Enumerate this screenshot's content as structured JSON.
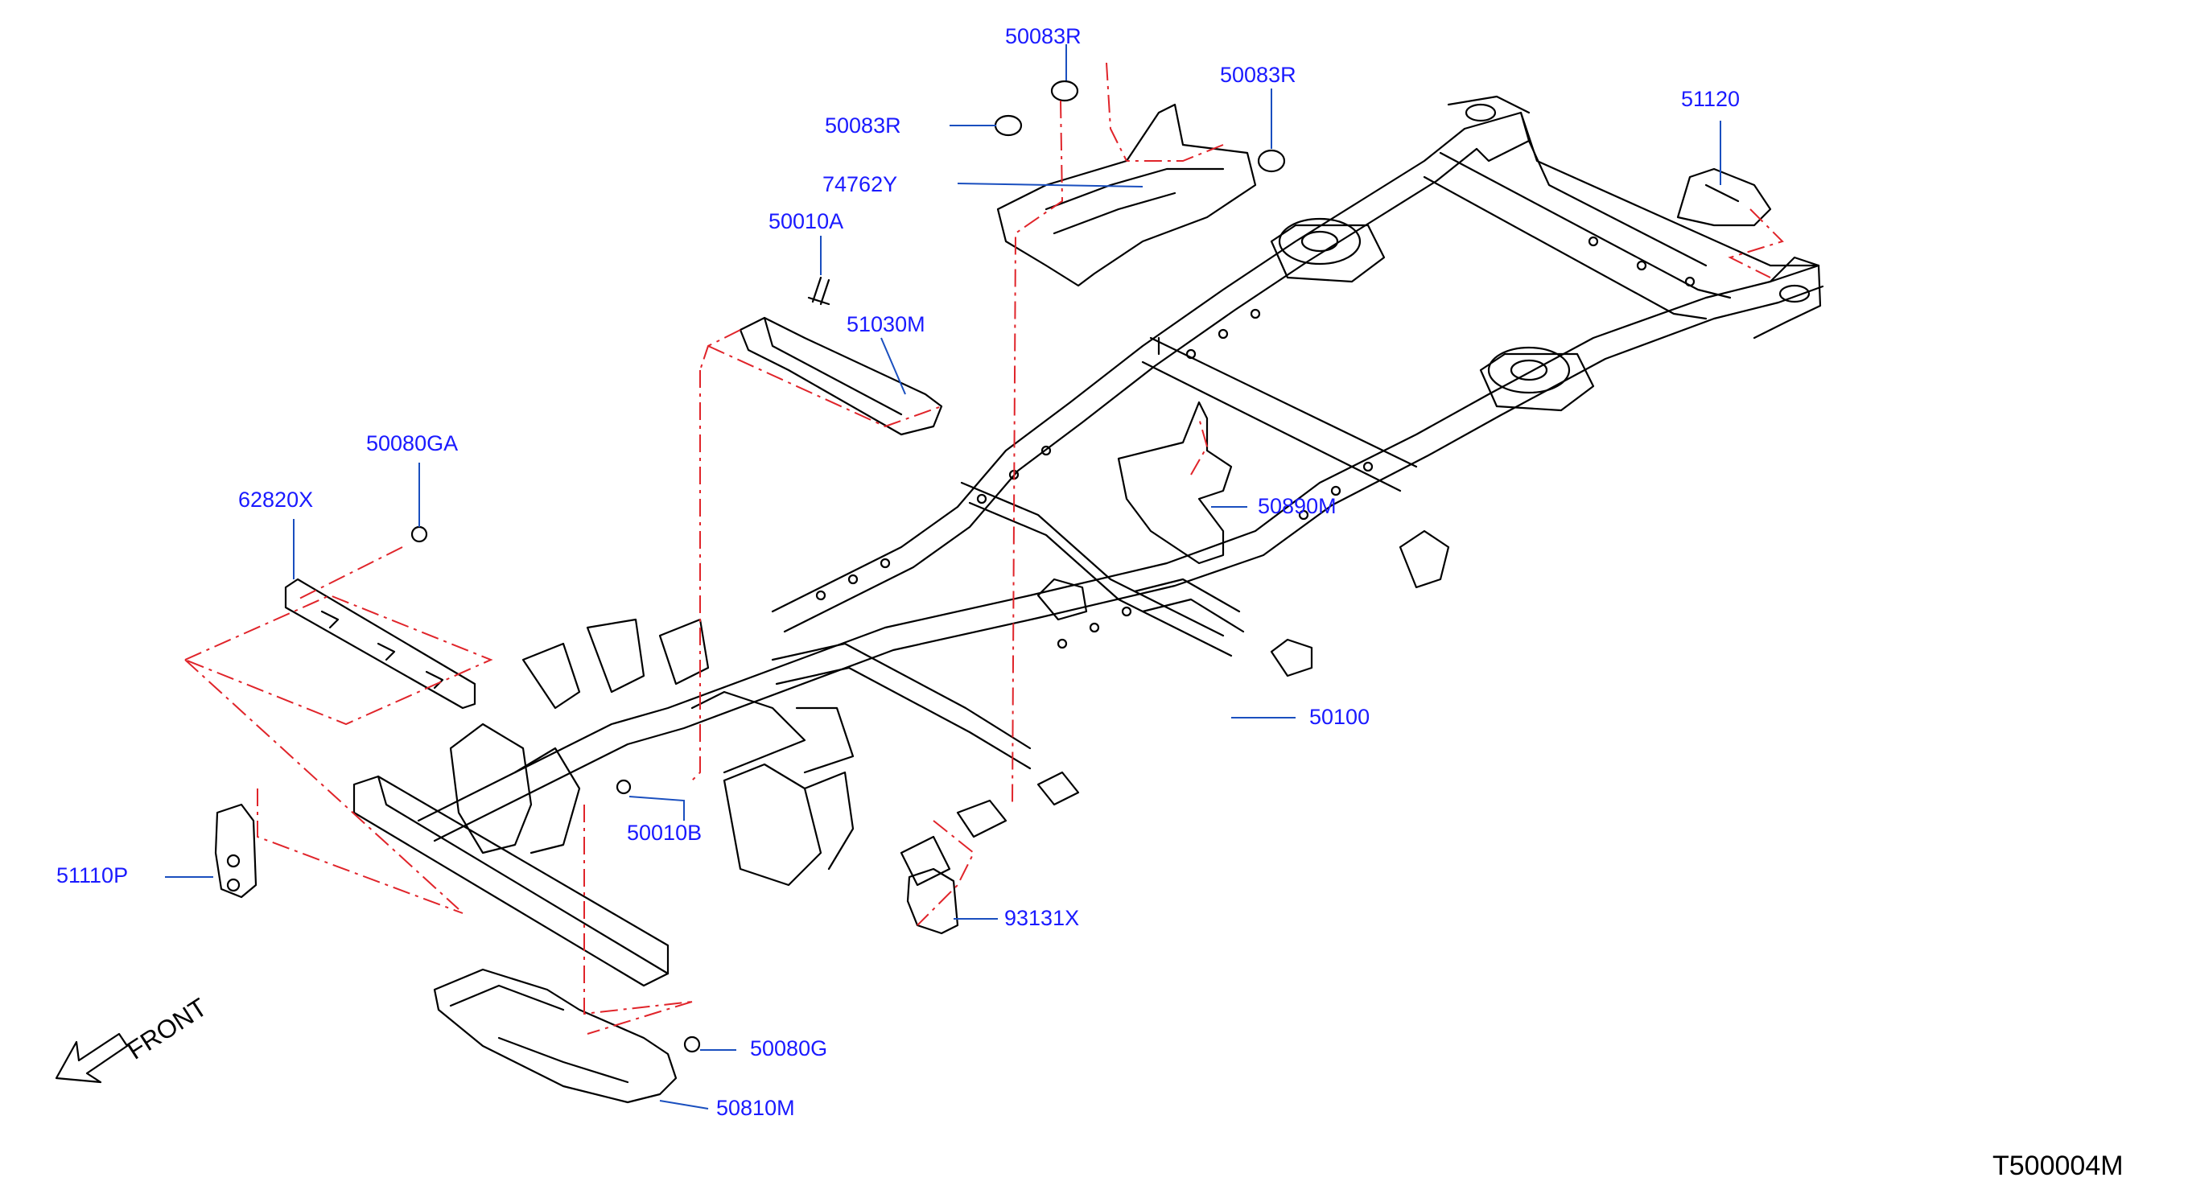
{
  "diagram_code": "T500004M",
  "front_label": "FRONT",
  "colors": {
    "label": "#1a1aff",
    "leader": "#1a4fbf",
    "dash": "#e0242a",
    "line": "#000000"
  },
  "parts": [
    {
      "id": "50083R_top",
      "code": "50083R"
    },
    {
      "id": "50083R_right",
      "code": "50083R"
    },
    {
      "id": "50083R_left",
      "code": "50083R"
    },
    {
      "id": "74762Y",
      "code": "74762Y"
    },
    {
      "id": "50010A",
      "code": "50010A"
    },
    {
      "id": "51030M",
      "code": "51030M"
    },
    {
      "id": "51120",
      "code": "51120"
    },
    {
      "id": "50080GA",
      "code": "50080GA"
    },
    {
      "id": "62820X",
      "code": "62820X"
    },
    {
      "id": "50890M",
      "code": "50890M"
    },
    {
      "id": "50100",
      "code": "50100"
    },
    {
      "id": "50010B",
      "code": "50010B"
    },
    {
      "id": "51110P",
      "code": "51110P"
    },
    {
      "id": "93131X",
      "code": "93131X"
    },
    {
      "id": "50080G",
      "code": "50080G"
    },
    {
      "id": "50810M",
      "code": "50810M"
    }
  ]
}
